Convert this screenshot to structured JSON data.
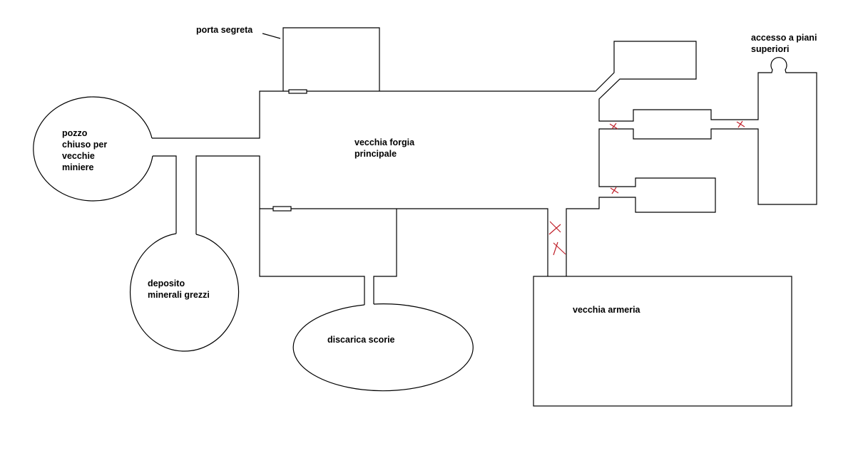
{
  "labels": {
    "secret_door": "porta segreta",
    "well": [
      "pozzo",
      "chiuso per",
      "vecchie",
      "miniere"
    ],
    "forge": [
      "vecchia forgia",
      "principale"
    ],
    "ore_storage": [
      "deposito",
      "minerali grezzi"
    ],
    "slag_dump": "discarica scorie",
    "armory": "vecchia armeria",
    "upper_access": [
      "accesso a piani",
      "superiori"
    ]
  },
  "colors": {
    "walls": "#000000",
    "blocked_marks": "#c0202a"
  }
}
